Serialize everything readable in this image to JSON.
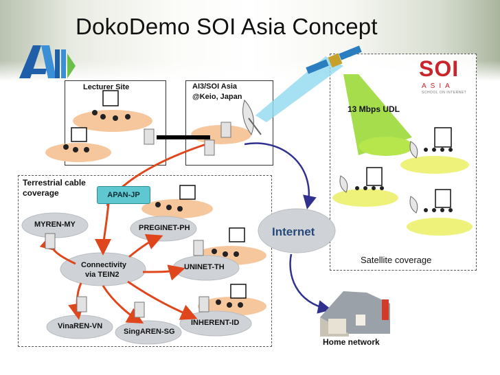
{
  "title": "DokoDemo SOI Asia Concept",
  "logo_left": {
    "icon": "ai3-logo-icon",
    "colors": [
      "#1f5ea8",
      "#3a8fd6",
      "#6cc04a"
    ]
  },
  "logo_right": {
    "text": "SOI",
    "sub": "ASIA",
    "tagline": "SCHOOL ON INTERNET",
    "color": "#c8252c"
  },
  "boxes": {
    "lecturer_site": "Lecturer Site",
    "ai3_line1": "AI3/SOI Asia",
    "ai3_line2": "@Keio, Japan",
    "terrestrial_line1": "Terrestrial cable",
    "terrestrial_line2": "coverage",
    "satellite_coverage": "Satellite coverage"
  },
  "satellite_label": "13 Mbps UDL",
  "apan": "APAN-JP",
  "internet": "Internet",
  "nodes": {
    "myren": "MYREN-MY",
    "preginet": "PREGINET-PH",
    "connectivity_line1": "Connectivity",
    "connectivity_line2": "via TEIN2",
    "uninet": "UNINET-TH",
    "vinaren": "VinaREN-VN",
    "singaren": "SingAREN-SG",
    "inherent": "INHERENT-ID"
  },
  "home_network": "Home network",
  "colors": {
    "red_link": "#e0461c",
    "blue_link": "#30318f",
    "black_link": "#000000",
    "beam": "#9bd93a",
    "uplink_beam": "#8fd8f0",
    "site_ellipse": "#f6c79c",
    "site_ellipse_yellow": "#eef27a",
    "cloud": "#cfd3d7",
    "apan_fill": "#5fc7d0"
  }
}
